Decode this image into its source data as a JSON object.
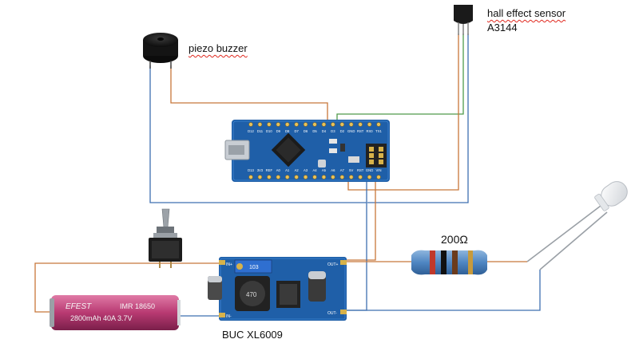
{
  "labels": {
    "piezo": "piezo buzzer",
    "hall_line1": "hall effect sensor",
    "hall_line2": "A3144",
    "resistor": "200Ω",
    "boost": "BUC XL6009"
  },
  "battery": {
    "brand": "EFEST",
    "model": "IMR 18650",
    "spec": "2800mAh 40A 3.7V"
  },
  "nano": {
    "pins_top": [
      "D12",
      "D11",
      "D10",
      "D9",
      "D8",
      "D7",
      "D6",
      "D5",
      "D4",
      "D3",
      "D2",
      "GND",
      "RST",
      "RX0",
      "TX1"
    ],
    "pins_bottom": [
      "D13",
      "3V3",
      "REF",
      "A0",
      "A1",
      "A2",
      "A3",
      "A4",
      "A5",
      "A6",
      "A7",
      "5V",
      "RST",
      "GND",
      "VIN"
    ]
  },
  "boost_board": {
    "in_plus": "IN+",
    "in_minus": "IN-",
    "out_plus": "OUT+",
    "out_minus": "OUT-",
    "inductor": "470",
    "trim": "103"
  },
  "colors": {
    "orange_wire": "#c8773a",
    "blue_wire": "#3e6fb0",
    "green_wire": "#4f9a4a",
    "board_blue": "#1f5fa8",
    "battery_pink": "#c4477e"
  }
}
